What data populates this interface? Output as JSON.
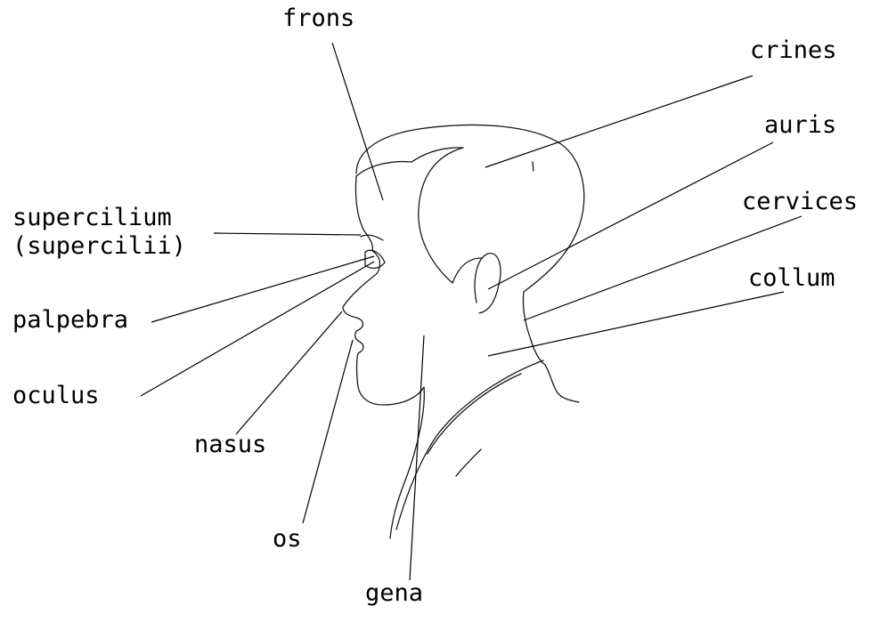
{
  "diagram": {
    "labels": {
      "frons": "frons",
      "crines": "crines",
      "auris": "auris",
      "cervices": "cervices",
      "collum": "collum",
      "supercilium": "supercilium",
      "supercilii": "(supercilii)",
      "palpebra": "palpebra",
      "oculus": "oculus",
      "nasus": "nasus",
      "os": "os",
      "gena": "gena"
    },
    "colors": {
      "line": "#000000",
      "background": "#ffffff"
    }
  }
}
